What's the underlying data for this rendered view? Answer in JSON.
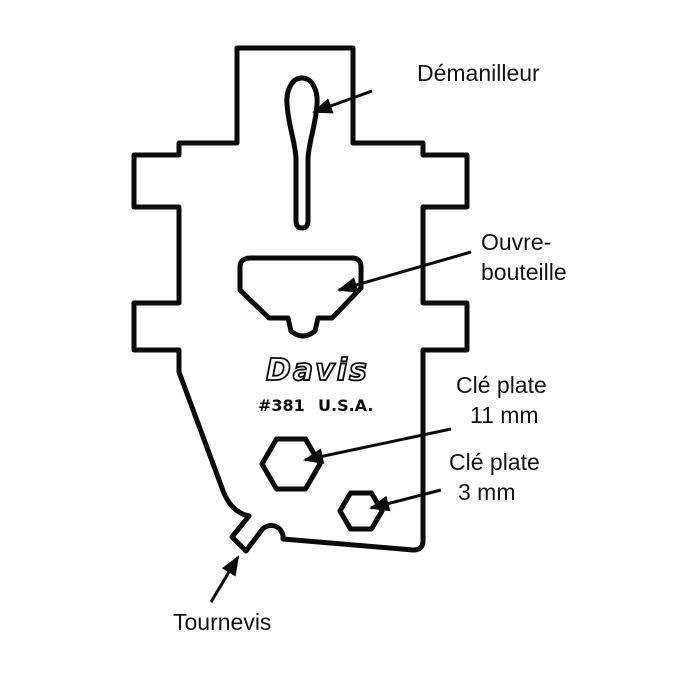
{
  "figure": {
    "background": "#ffffff",
    "ink": "#0a0a0a"
  },
  "tool": {
    "brand": "Davis",
    "model": "#381",
    "origin": "U.S.A."
  },
  "labels": {
    "demanilleur": "Démanilleur",
    "ouvre_line1": "Ouvre-",
    "ouvre_line2": "bouteille",
    "cle11_line1": "Clé plate",
    "cle11_line2": "11 mm",
    "cle3_line1": "Clé plate",
    "cle3_line2": "3 mm",
    "tournevis": "Tournevis"
  }
}
